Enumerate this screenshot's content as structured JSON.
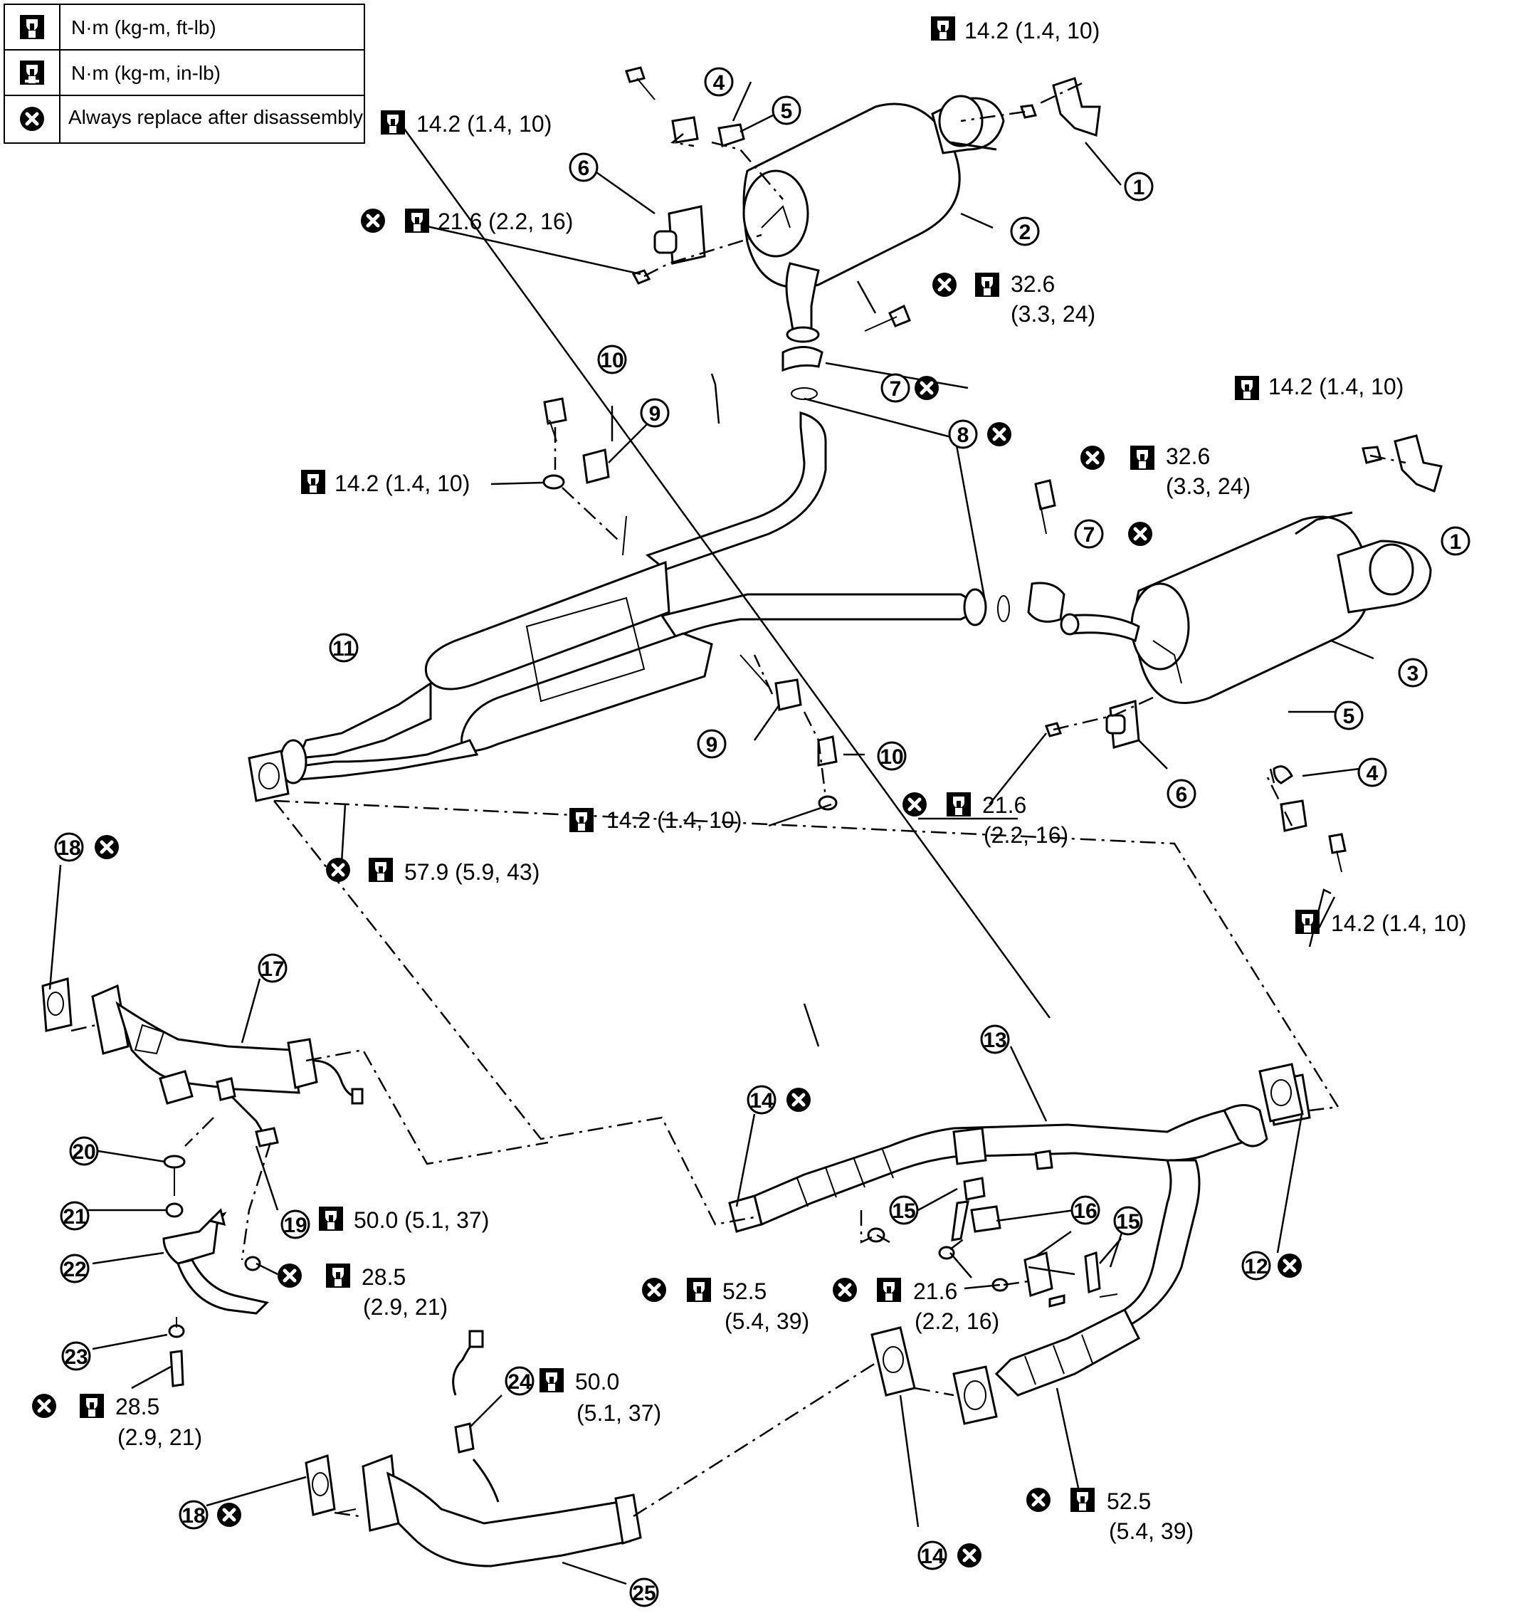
{
  "legend": [
    {
      "icon": "torque-wrench-icon",
      "text": "N·m (kg-m, ft-lb)"
    },
    {
      "icon": "torque-wrench-inlb-icon",
      "text": "N·m (kg-m, in-lb)"
    },
    {
      "icon": "replace-icon",
      "text": "Always replace after disassembly"
    }
  ],
  "parts": {
    "p1": "1",
    "p2": "2",
    "p3": "3",
    "p4": "4",
    "p5": "5",
    "p6": "6",
    "p7": "7",
    "p8": "8",
    "p9": "9",
    "p10": "10",
    "p11": "11",
    "p12": "12",
    "p13": "13",
    "p14": "14",
    "p15": "15",
    "p16": "16",
    "p17": "17",
    "p18": "18",
    "p19": "19",
    "p20": "20",
    "p21": "21",
    "p22": "22",
    "p23": "23",
    "p24": "24",
    "p25": "25"
  },
  "torques": {
    "t14_2": "14.2 (1.4, 10)",
    "t21_6": "21.6 (2.2, 16)",
    "t21_6_a": "21.6",
    "t21_6_b": "(2.2, 16)",
    "t32_6_a": "32.6",
    "t32_6_b": "(3.3, 24)",
    "t57_9": "57.9 (5.9, 43)",
    "t50_0": "50.0 (5.1, 37)",
    "t50_0_a": "50.0",
    "t50_0_b": "(5.1, 37)",
    "t28_5_a": "28.5",
    "t28_5_b": "(2.9, 21)",
    "t52_5_a": "52.5",
    "t52_5_b": "(5.4, 39)"
  }
}
